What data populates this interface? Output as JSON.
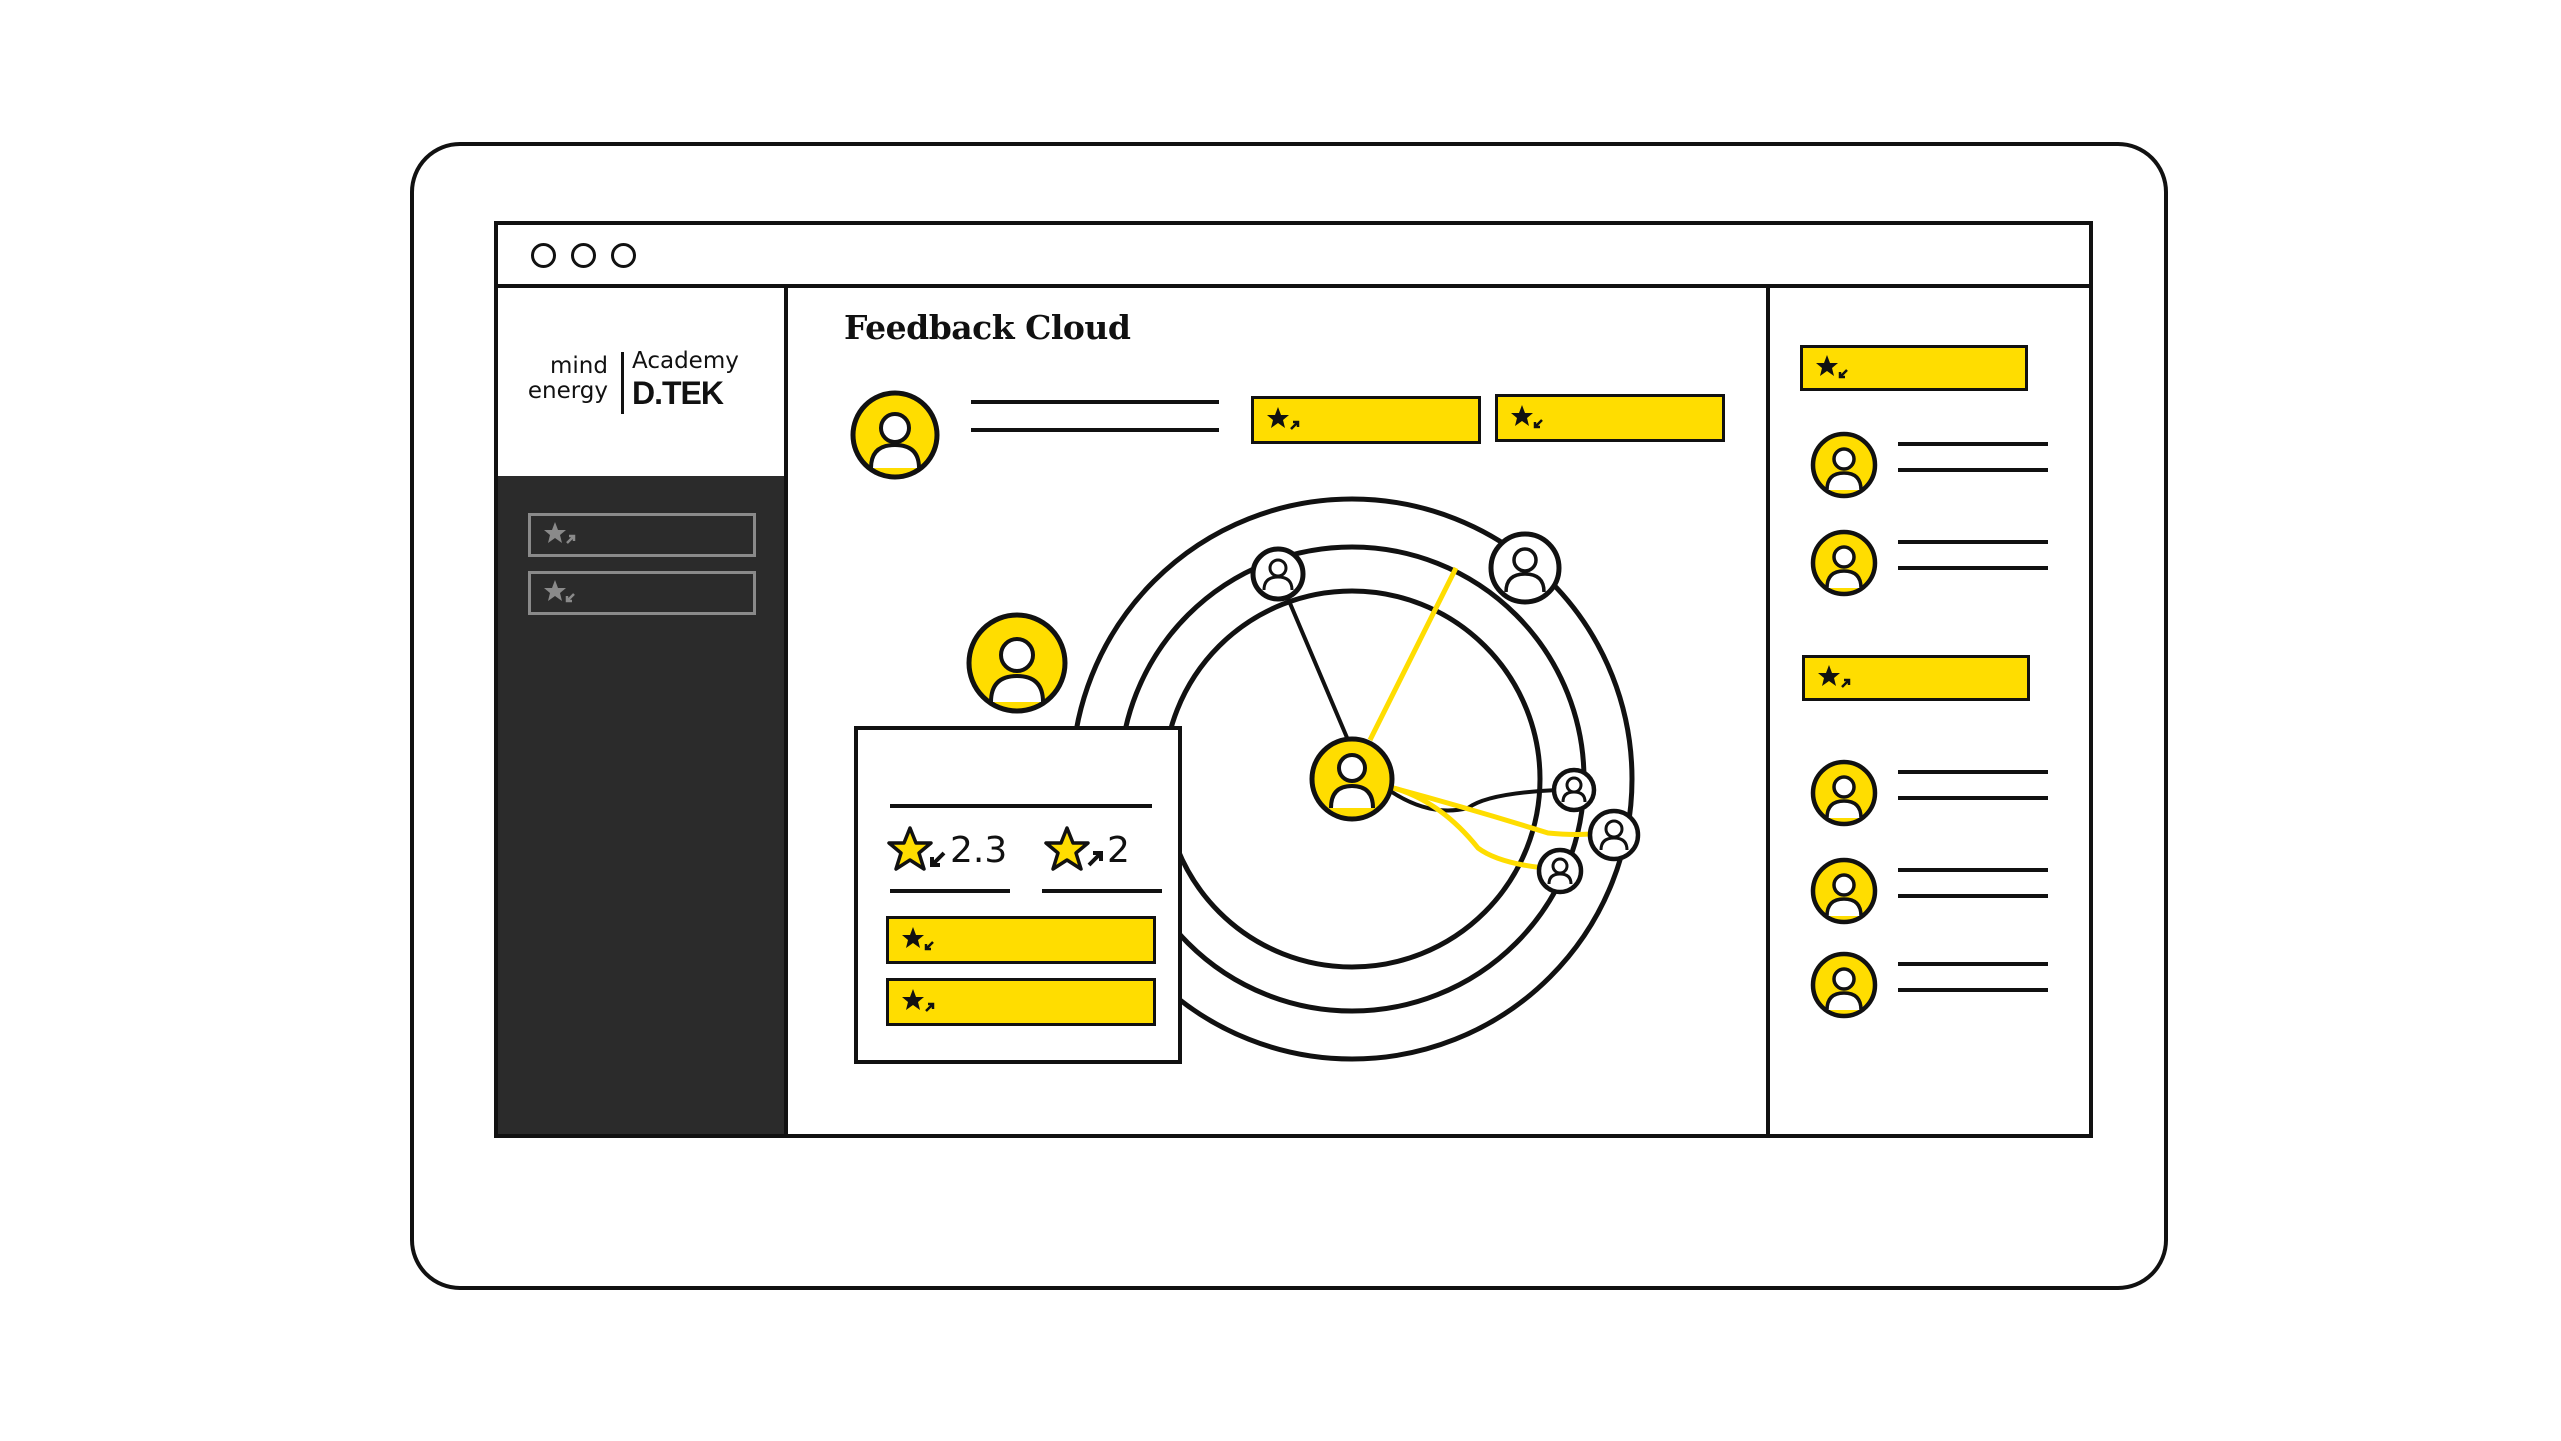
{
  "sidebar": {
    "logo": {
      "mind": "mind",
      "energy": "energy",
      "academy": "Academy",
      "dtek": "D.TEK"
    },
    "items": [
      {
        "icon": "star-arrow-icon"
      },
      {
        "icon": "star-arrow-icon"
      }
    ]
  },
  "main": {
    "title": "Feedback Cloud",
    "header_buttons": [
      {
        "icon": "star-arrow-out-icon"
      },
      {
        "icon": "star-arrow-in-icon"
      }
    ],
    "profile_card": {
      "rating_in": "2.3",
      "rating_out": "2",
      "buttons": [
        {
          "icon": "star-arrow-in-icon"
        },
        {
          "icon": "star-arrow-out-icon"
        }
      ]
    }
  },
  "right_panel": {
    "sections": [
      {
        "button_icon": "star-arrow-in-icon",
        "users": 2
      },
      {
        "button_icon": "star-arrow-out-icon",
        "users": 3
      }
    ]
  },
  "colors": {
    "accent": "#FFDD00",
    "dark": "#2b2b2b",
    "ink": "#111111"
  }
}
